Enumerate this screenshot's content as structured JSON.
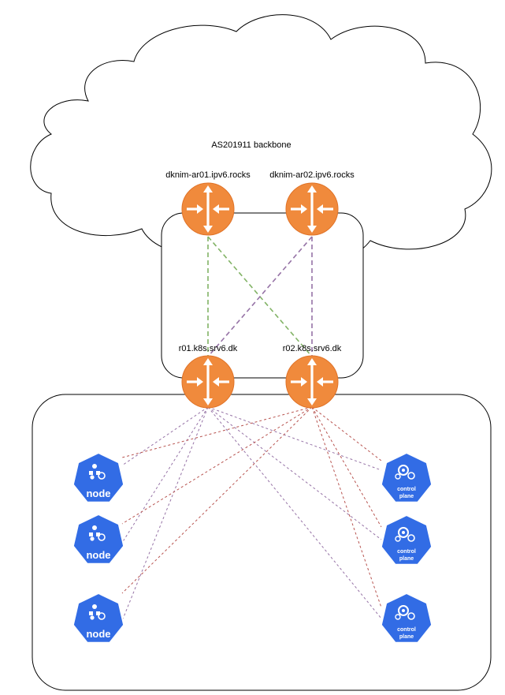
{
  "backbone": {
    "label": "AS201911 backbone"
  },
  "routers": {
    "ar01": {
      "label": "dknim-ar01.ipv6.rocks"
    },
    "ar02": {
      "label": "dknim-ar02.ipv6.rocks"
    },
    "r01": {
      "label": "r01.k8s.srv6.dk"
    },
    "r02": {
      "label": "r02.k8s.srv6.dk"
    }
  },
  "nodes": [
    {
      "label": "node"
    },
    {
      "label": "node"
    },
    {
      "label": "node"
    }
  ],
  "control_planes": [
    {
      "line1": "control",
      "line2": "plane"
    },
    {
      "line1": "control",
      "line2": "plane"
    },
    {
      "line1": "control",
      "line2": "plane"
    }
  ],
  "colors": {
    "router_fill": "#F08A3C",
    "router_stroke": "#FFFFFF",
    "k8s_blue": "#326CE5",
    "link_green": "#82B366",
    "link_purple": "#9673A6",
    "link_red": "#B85450"
  },
  "icons": {
    "router": "router-icon",
    "node": "kubernetes-node-icon",
    "control_plane": "kubernetes-control-plane-icon",
    "cloud": "cloud-shape"
  }
}
